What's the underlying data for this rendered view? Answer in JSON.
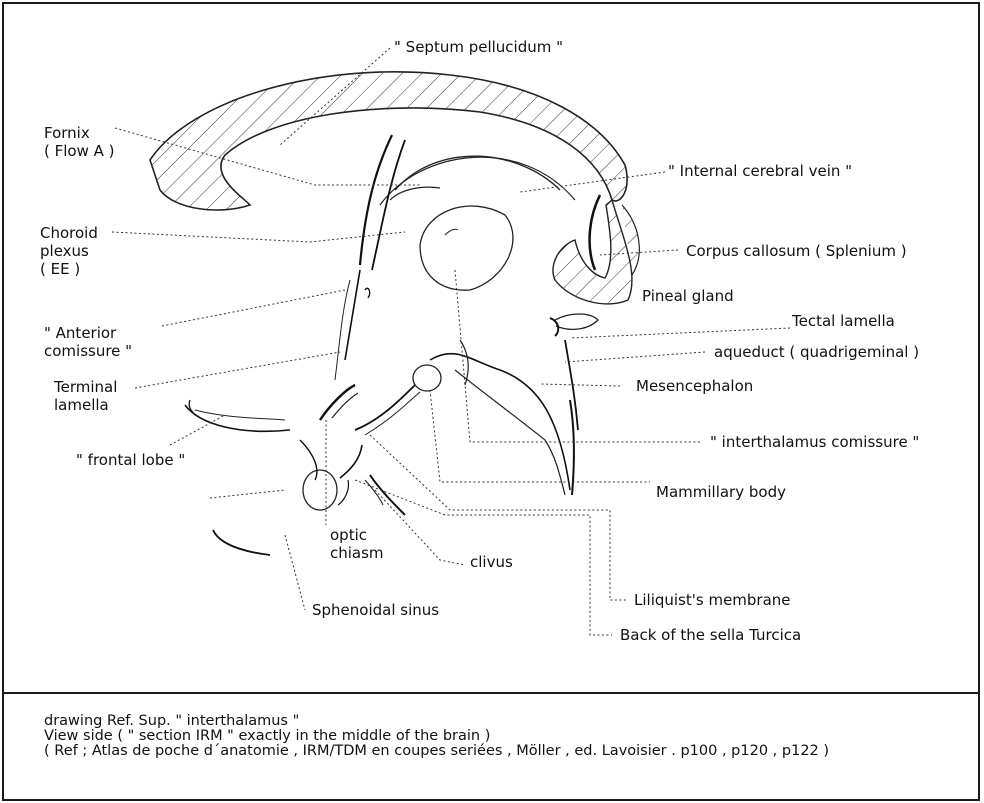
{
  "labels": {
    "septum": "\" Septum pellucidum \"",
    "fornix": [
      "Fornix",
      "( Flow A )"
    ],
    "internal_vein": "\" Internal cerebral vein \"",
    "choroid": [
      "Choroid",
      "plexus",
      "( EE )"
    ],
    "corpus_callosum": "Corpus callosum ( Splenium )",
    "pineal": "Pineal gland",
    "tectal": "Tectal lamella",
    "anterior_comissure": [
      "\" Anterior",
      "comissure \""
    ],
    "aqueduct": "aqueduct ( quadrigeminal )",
    "terminal_lamella": [
      "Terminal",
      "lamella"
    ],
    "mesencephalon": "Mesencephalon",
    "frontal_lobe": "\" frontal lobe \"",
    "interthalamus": "\" interthalamus comissure \"",
    "mammillary": "Mammillary body",
    "optic_chiasm": [
      "optic",
      "chiasm"
    ],
    "clivus": "clivus",
    "liliquist": "Liliquist's membrane",
    "sphenoidal": "Sphenoidal sinus",
    "sella": "Back of the sella Turcica"
  },
  "footer": {
    "line1": "drawing Ref.  Sup. \" interthalamus \"",
    "line2": "View side ( \" section IRM \" exactly in the middle of the brain )",
    "line3": "( Ref ; Atlas de poche d´anatomie , IRM/TDM en coupes seriées , Möller , ed. Lavoisier . p100 , p120 , p122 )"
  }
}
